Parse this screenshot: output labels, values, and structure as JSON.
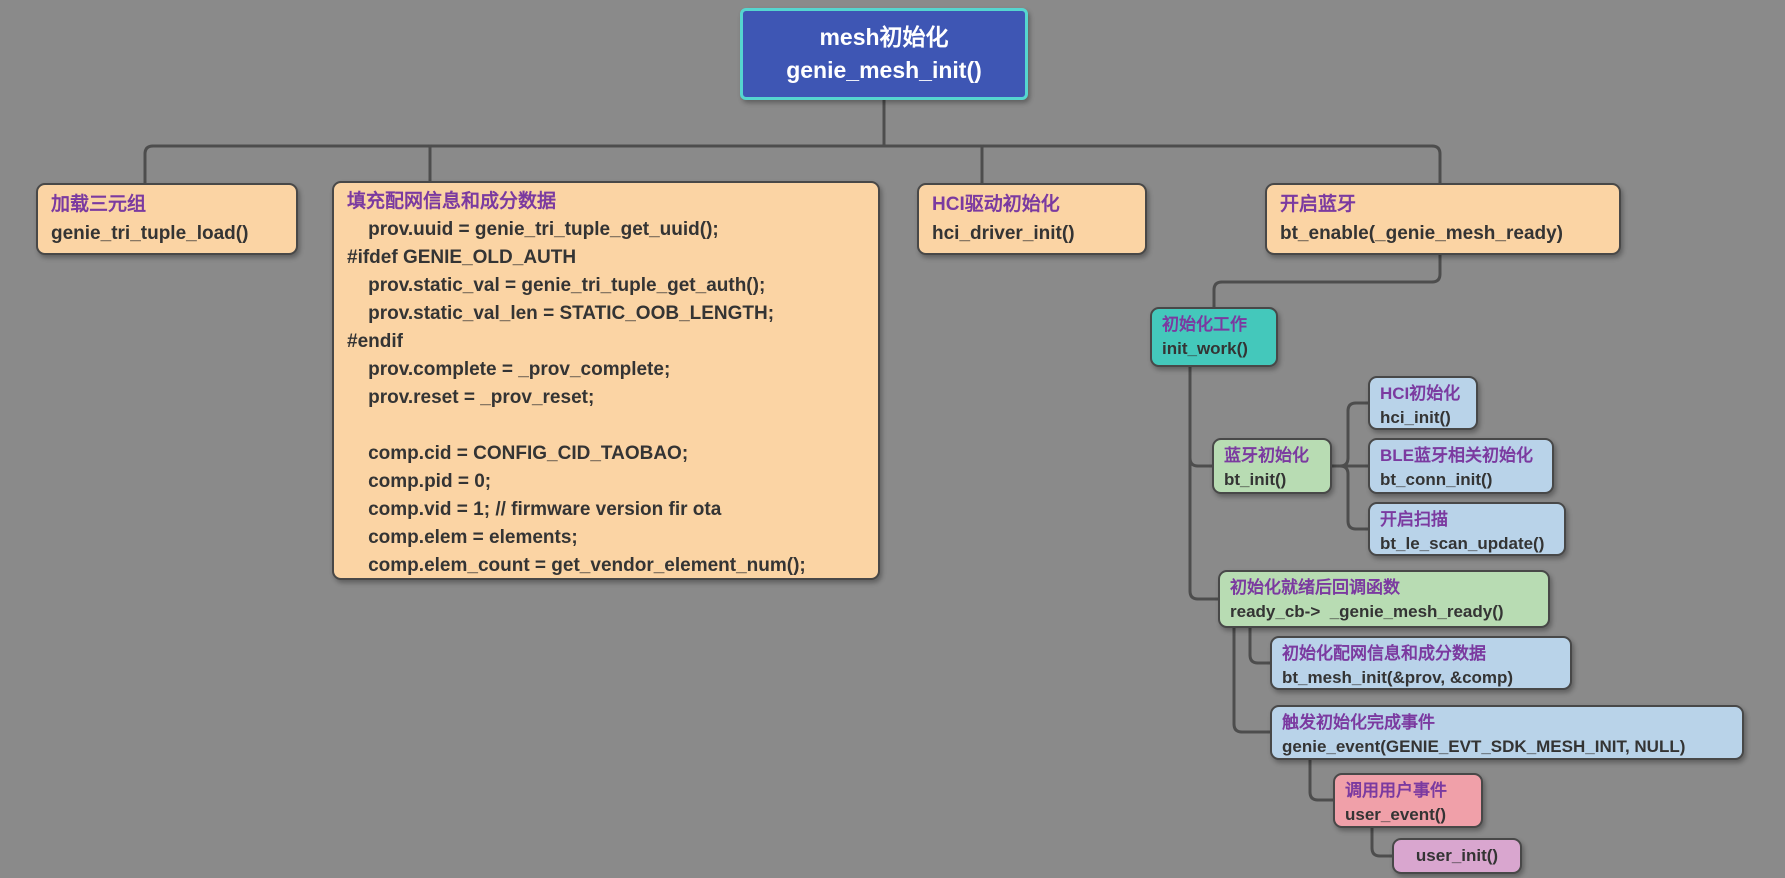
{
  "palette": {
    "background": "#8a8a8a",
    "connector": "#4d4d4d",
    "root_fill": "#3e56b4",
    "root_border": "#55d6cf",
    "peach": "#fbd4a4",
    "teal": "#44c8bb",
    "green": "#b8dcb3",
    "blue": "#b9d3e9",
    "pink": "#f0a0a9",
    "mauve": "#d9a6cf",
    "title_text": "#7b3aa0",
    "code_text": "#343434"
  },
  "nodes": {
    "root": {
      "title": "mesh初始化",
      "code": "genie_mesh_init()"
    },
    "load_triple": {
      "title": "加载三元组",
      "code": "genie_tri_tuple_load()"
    },
    "fill_prov": {
      "title": "填充配网信息和成分数据",
      "code_lines": [
        "    prov.uuid = genie_tri_tuple_get_uuid();",
        "#ifdef GENIE_OLD_AUTH",
        "    prov.static_val = genie_tri_tuple_get_auth();",
        "    prov.static_val_len = STATIC_OOB_LENGTH;",
        "#endif",
        "    prov.complete = _prov_complete;",
        "    prov.reset = _prov_reset;",
        "",
        "    comp.cid = CONFIG_CID_TAOBAO;",
        "    comp.pid = 0;",
        "    comp.vid = 1; // firmware version fir ota",
        "    comp.elem = elements;",
        "    comp.elem_count = get_vendor_element_num();"
      ]
    },
    "hci_driver": {
      "title": "HCI驱动初始化",
      "code": "hci_driver_init()"
    },
    "bt_enable": {
      "title": "开启蓝牙",
      "code": "bt_enable(_genie_mesh_ready)"
    },
    "init_work": {
      "title": "初始化工作",
      "code": "init_work()"
    },
    "bt_init": {
      "title": "蓝牙初始化",
      "code": "bt_init()"
    },
    "hci_init": {
      "title": "HCI初始化",
      "code": "hci_init()"
    },
    "bt_conn_init": {
      "title": "BLE蓝牙相关初始化",
      "code": "bt_conn_init()"
    },
    "scan": {
      "title": "开启扫描",
      "code": "bt_le_scan_update()"
    },
    "ready_cb": {
      "title": "初始化就绪后回调函数",
      "code": "ready_cb->  _genie_mesh_ready()"
    },
    "mesh_init": {
      "title": "初始化配网信息和成分数据",
      "code": "bt_mesh_init(&prov, &comp)"
    },
    "genie_event": {
      "title": "触发初始化完成事件",
      "code": "genie_event(GENIE_EVT_SDK_MESH_INIT, NULL)"
    },
    "user_event": {
      "title": "调用用户事件",
      "code": "user_event()"
    },
    "user_init": {
      "code": "user_init()"
    }
  }
}
